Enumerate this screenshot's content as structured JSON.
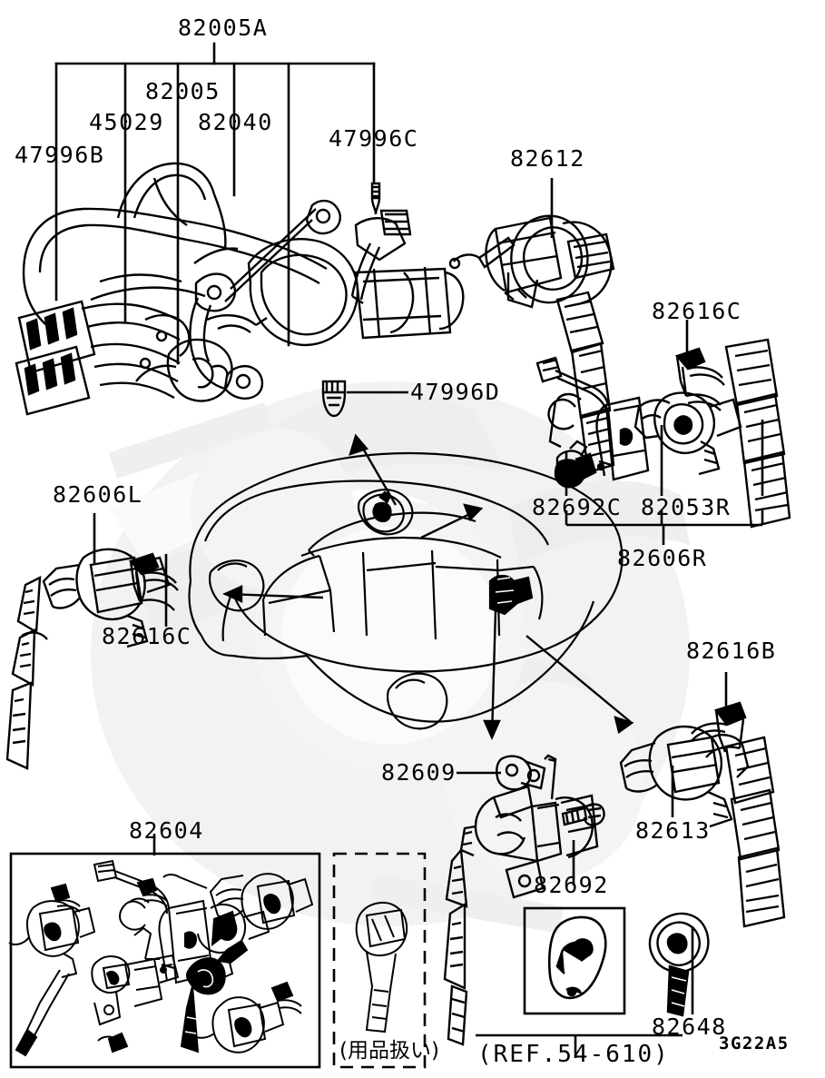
{
  "diagram": {
    "code": "3G22A5",
    "reference_note": "(REF.54-610)",
    "accessory_note": "(用品扱い)"
  },
  "labels": {
    "top_group": "82005A",
    "l_82005": "82005",
    "l_45029": "45029",
    "l_82040": "82040",
    "l_47996B": "47996B",
    "l_47996C": "47996C",
    "l_47996D": "47996D",
    "l_82612": "82612",
    "l_82616C_right": "82616C",
    "l_82692C": "82692C",
    "l_82053R": "82053R",
    "l_82606R": "82606R",
    "l_82606L": "82606L",
    "l_82616C_left": "82616C",
    "l_82616B": "82616B",
    "l_82613": "82613",
    "l_82648": "82648",
    "l_82609": "82609",
    "l_82692": "82692",
    "l_82604": "82604"
  },
  "colors": {
    "ink": "#000000",
    "paper": "#ffffff",
    "watermark": "#f0f0f0"
  }
}
